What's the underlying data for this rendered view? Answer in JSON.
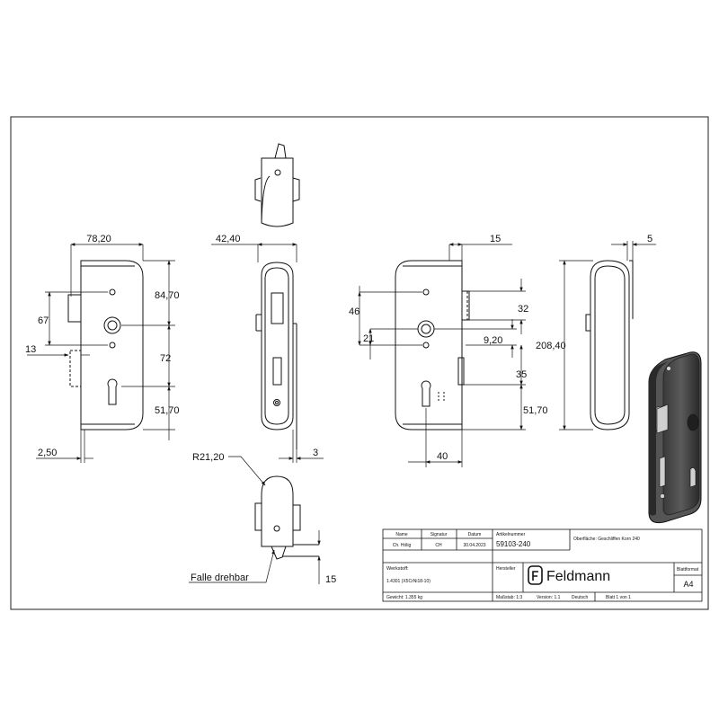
{
  "dimensions": {
    "front_width": "78,20",
    "front_top_to_spindle": "84,70",
    "front_spindle_to_cyl": "72",
    "front_cyl_to_bottom": "51,70",
    "front_screw_spacing": "67",
    "front_bolt_width": "13",
    "front_faceplate": "2,50",
    "side_width": "42,40",
    "side_tab": "3",
    "radius": "R21,20",
    "right_top_offset": "15",
    "right_46": "46",
    "right_32": "32",
    "right_21": "21",
    "right_9_20": "9,20",
    "right_35": "35",
    "right_51_70": "51,70",
    "right_40": "40",
    "edge_height": "208,40",
    "edge_5": "5",
    "latch_15": "15"
  },
  "labels": {
    "latch_note": "Falle drehbar"
  },
  "title_block": {
    "col_name": "Name",
    "col_signatur": "Signatur",
    "col_datum": "Datum",
    "name_val": "Ch. Hölig",
    "signatur_val": "CH",
    "datum_val": "30.04.2023",
    "artikel_label": "Artikelnummer",
    "artikel_val": "59103-240",
    "oberflaeche": "Oberfläche: Geschliffen Korn 240",
    "werkstoff_label": "Werkstoff:",
    "werkstoff_val": "1.4301 (X5CrNi18-10)",
    "hersteller_label": "Hersteller",
    "company": "Feldmann",
    "blattformat_label": "Blattformat",
    "blattformat_val": "A4",
    "gewicht": "Gewicht: 1.355 kg",
    "massstab": "Maßstab: 1:3",
    "version": "Version: 1.1",
    "sprache": "Deutsch",
    "blatt": "Blatt 1 von 1"
  }
}
